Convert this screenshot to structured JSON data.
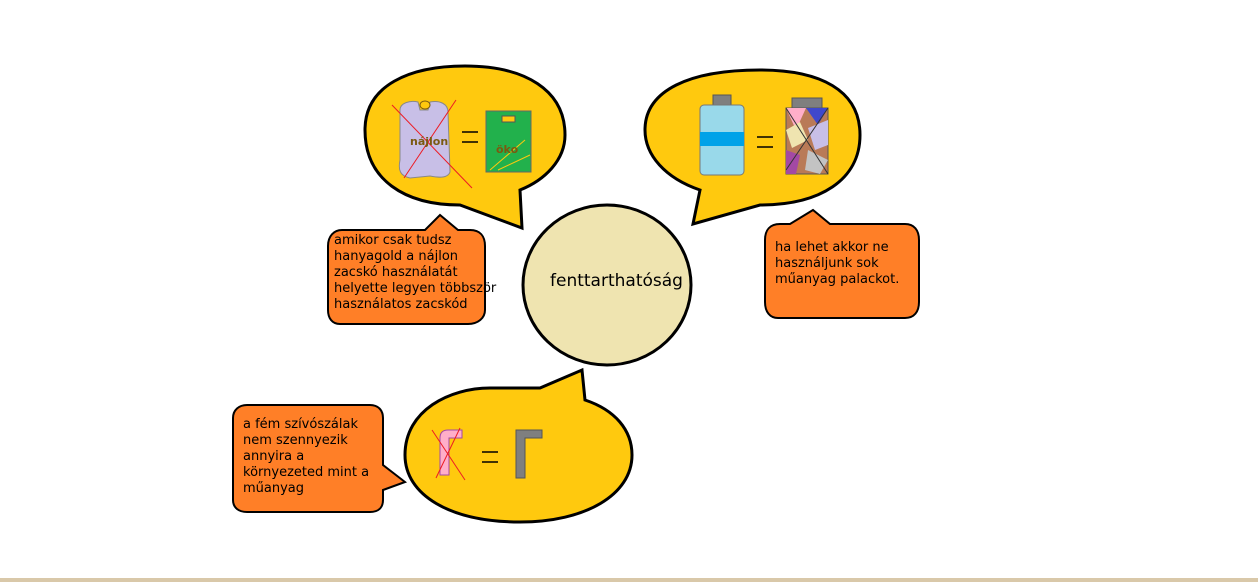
{
  "diagram": {
    "center": {
      "label": "fenttarthatóság"
    },
    "bubbles": [
      {
        "id": "bags",
        "items": [
          "nájlon",
          "öko"
        ],
        "note": "amikor csak tudsz\nhanyagold a nájlon\nzacskó használatát\nhelyette legyen többször\nhasználatos zacskód"
      },
      {
        "id": "bottles",
        "note": "ha lehet akkor ne\nhasználjunk sok\nműanyag palackot."
      },
      {
        "id": "straws",
        "note": "a fém szívószálak\nnem szennyezik\nannyira a\nkörnyezeted mint a\nműanyag"
      }
    ],
    "colors": {
      "bubble_fill": "#ffc90e",
      "note_fill": "#ff7f27",
      "center_fill": "#efe4b0",
      "outline": "#000000"
    }
  }
}
